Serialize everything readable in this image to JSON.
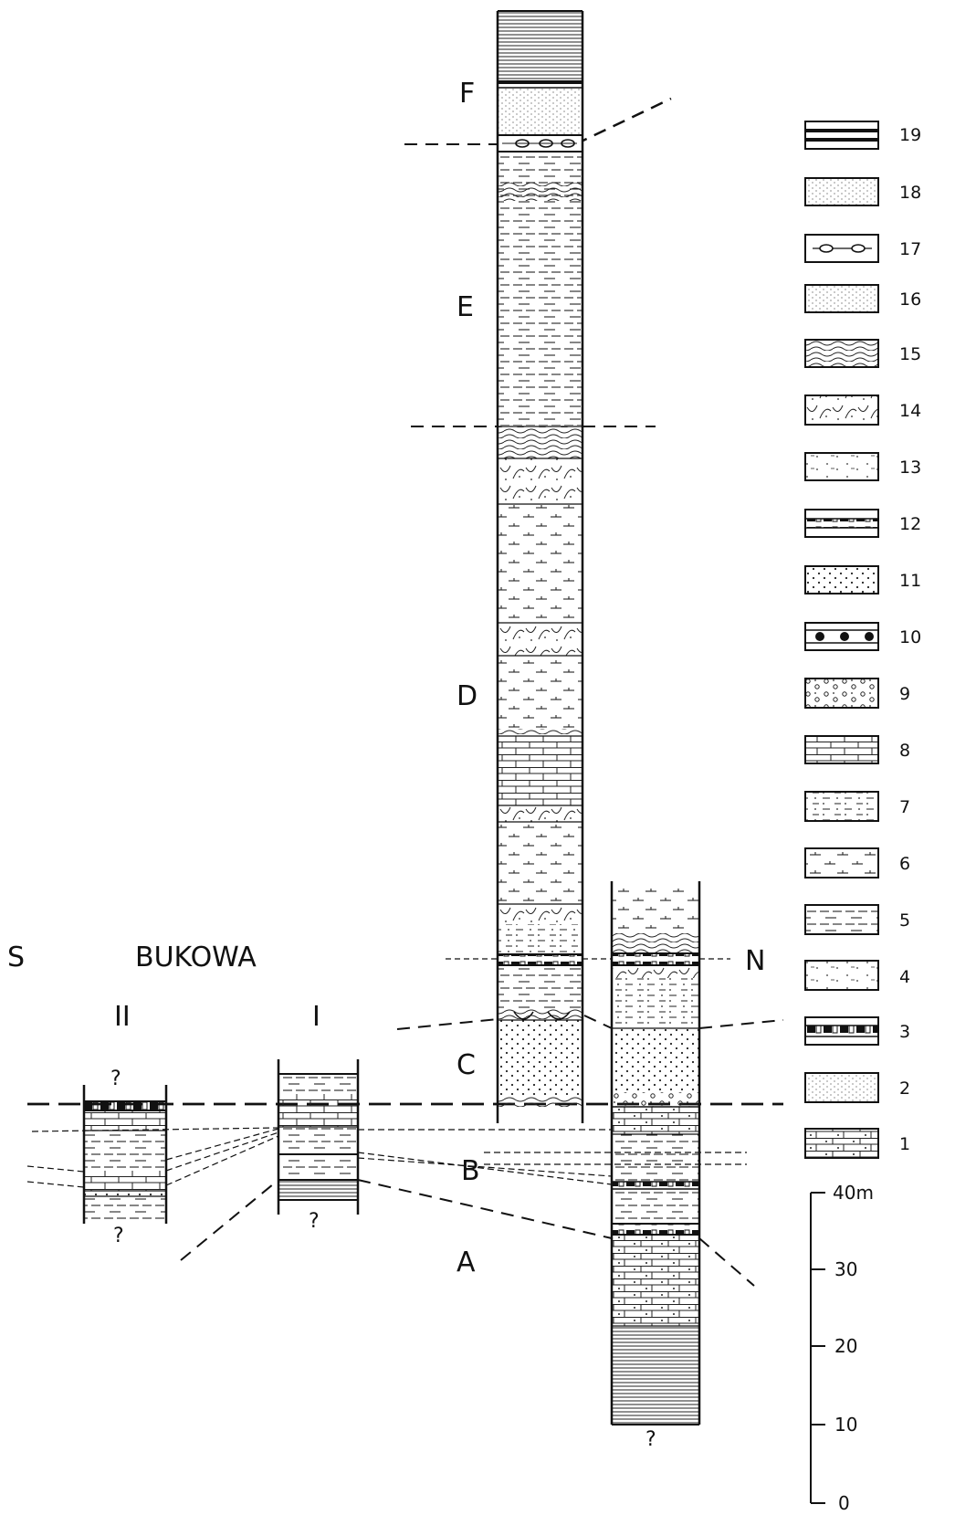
{
  "figure": {
    "directions": {
      "south": "S",
      "north": "N"
    },
    "locality": "BUKOWA",
    "sections": [
      {
        "id": "II",
        "label": "II"
      },
      {
        "id": "I",
        "label": "I"
      }
    ],
    "units": [
      "A",
      "B",
      "C",
      "D",
      "E",
      "F"
    ],
    "uncertain_mark": "?",
    "legend": [
      {
        "number": "1",
        "pattern": "limestone-dots"
      },
      {
        "number": "2",
        "pattern": "sparse-dots"
      },
      {
        "number": "3",
        "pattern": "nodule-band-dark"
      },
      {
        "number": "4",
        "pattern": "dash-dot"
      },
      {
        "number": "5",
        "pattern": "dashes"
      },
      {
        "number": "6",
        "pattern": "t-marks"
      },
      {
        "number": "7",
        "pattern": "dotted-dashes"
      },
      {
        "number": "8",
        "pattern": "brick"
      },
      {
        "number": "9",
        "pattern": "circles"
      },
      {
        "number": "10",
        "pattern": "nodule-spaced"
      },
      {
        "number": "11",
        "pattern": "dots"
      },
      {
        "number": "12",
        "pattern": "nodule-band"
      },
      {
        "number": "13",
        "pattern": "sparse-specks"
      },
      {
        "number": "14",
        "pattern": "curves"
      },
      {
        "number": "15",
        "pattern": "waves"
      },
      {
        "number": "16",
        "pattern": "fine-dots"
      },
      {
        "number": "17",
        "pattern": "lenses"
      },
      {
        "number": "18",
        "pattern": "dense-lines"
      },
      {
        "number": "19",
        "pattern": "triple-line"
      }
    ],
    "scale": {
      "unit_label": "40m",
      "ticks": [
        "30",
        "20",
        "10",
        "0"
      ]
    },
    "colors": {
      "ink": "#111111",
      "paper": "#ffffff"
    }
  }
}
